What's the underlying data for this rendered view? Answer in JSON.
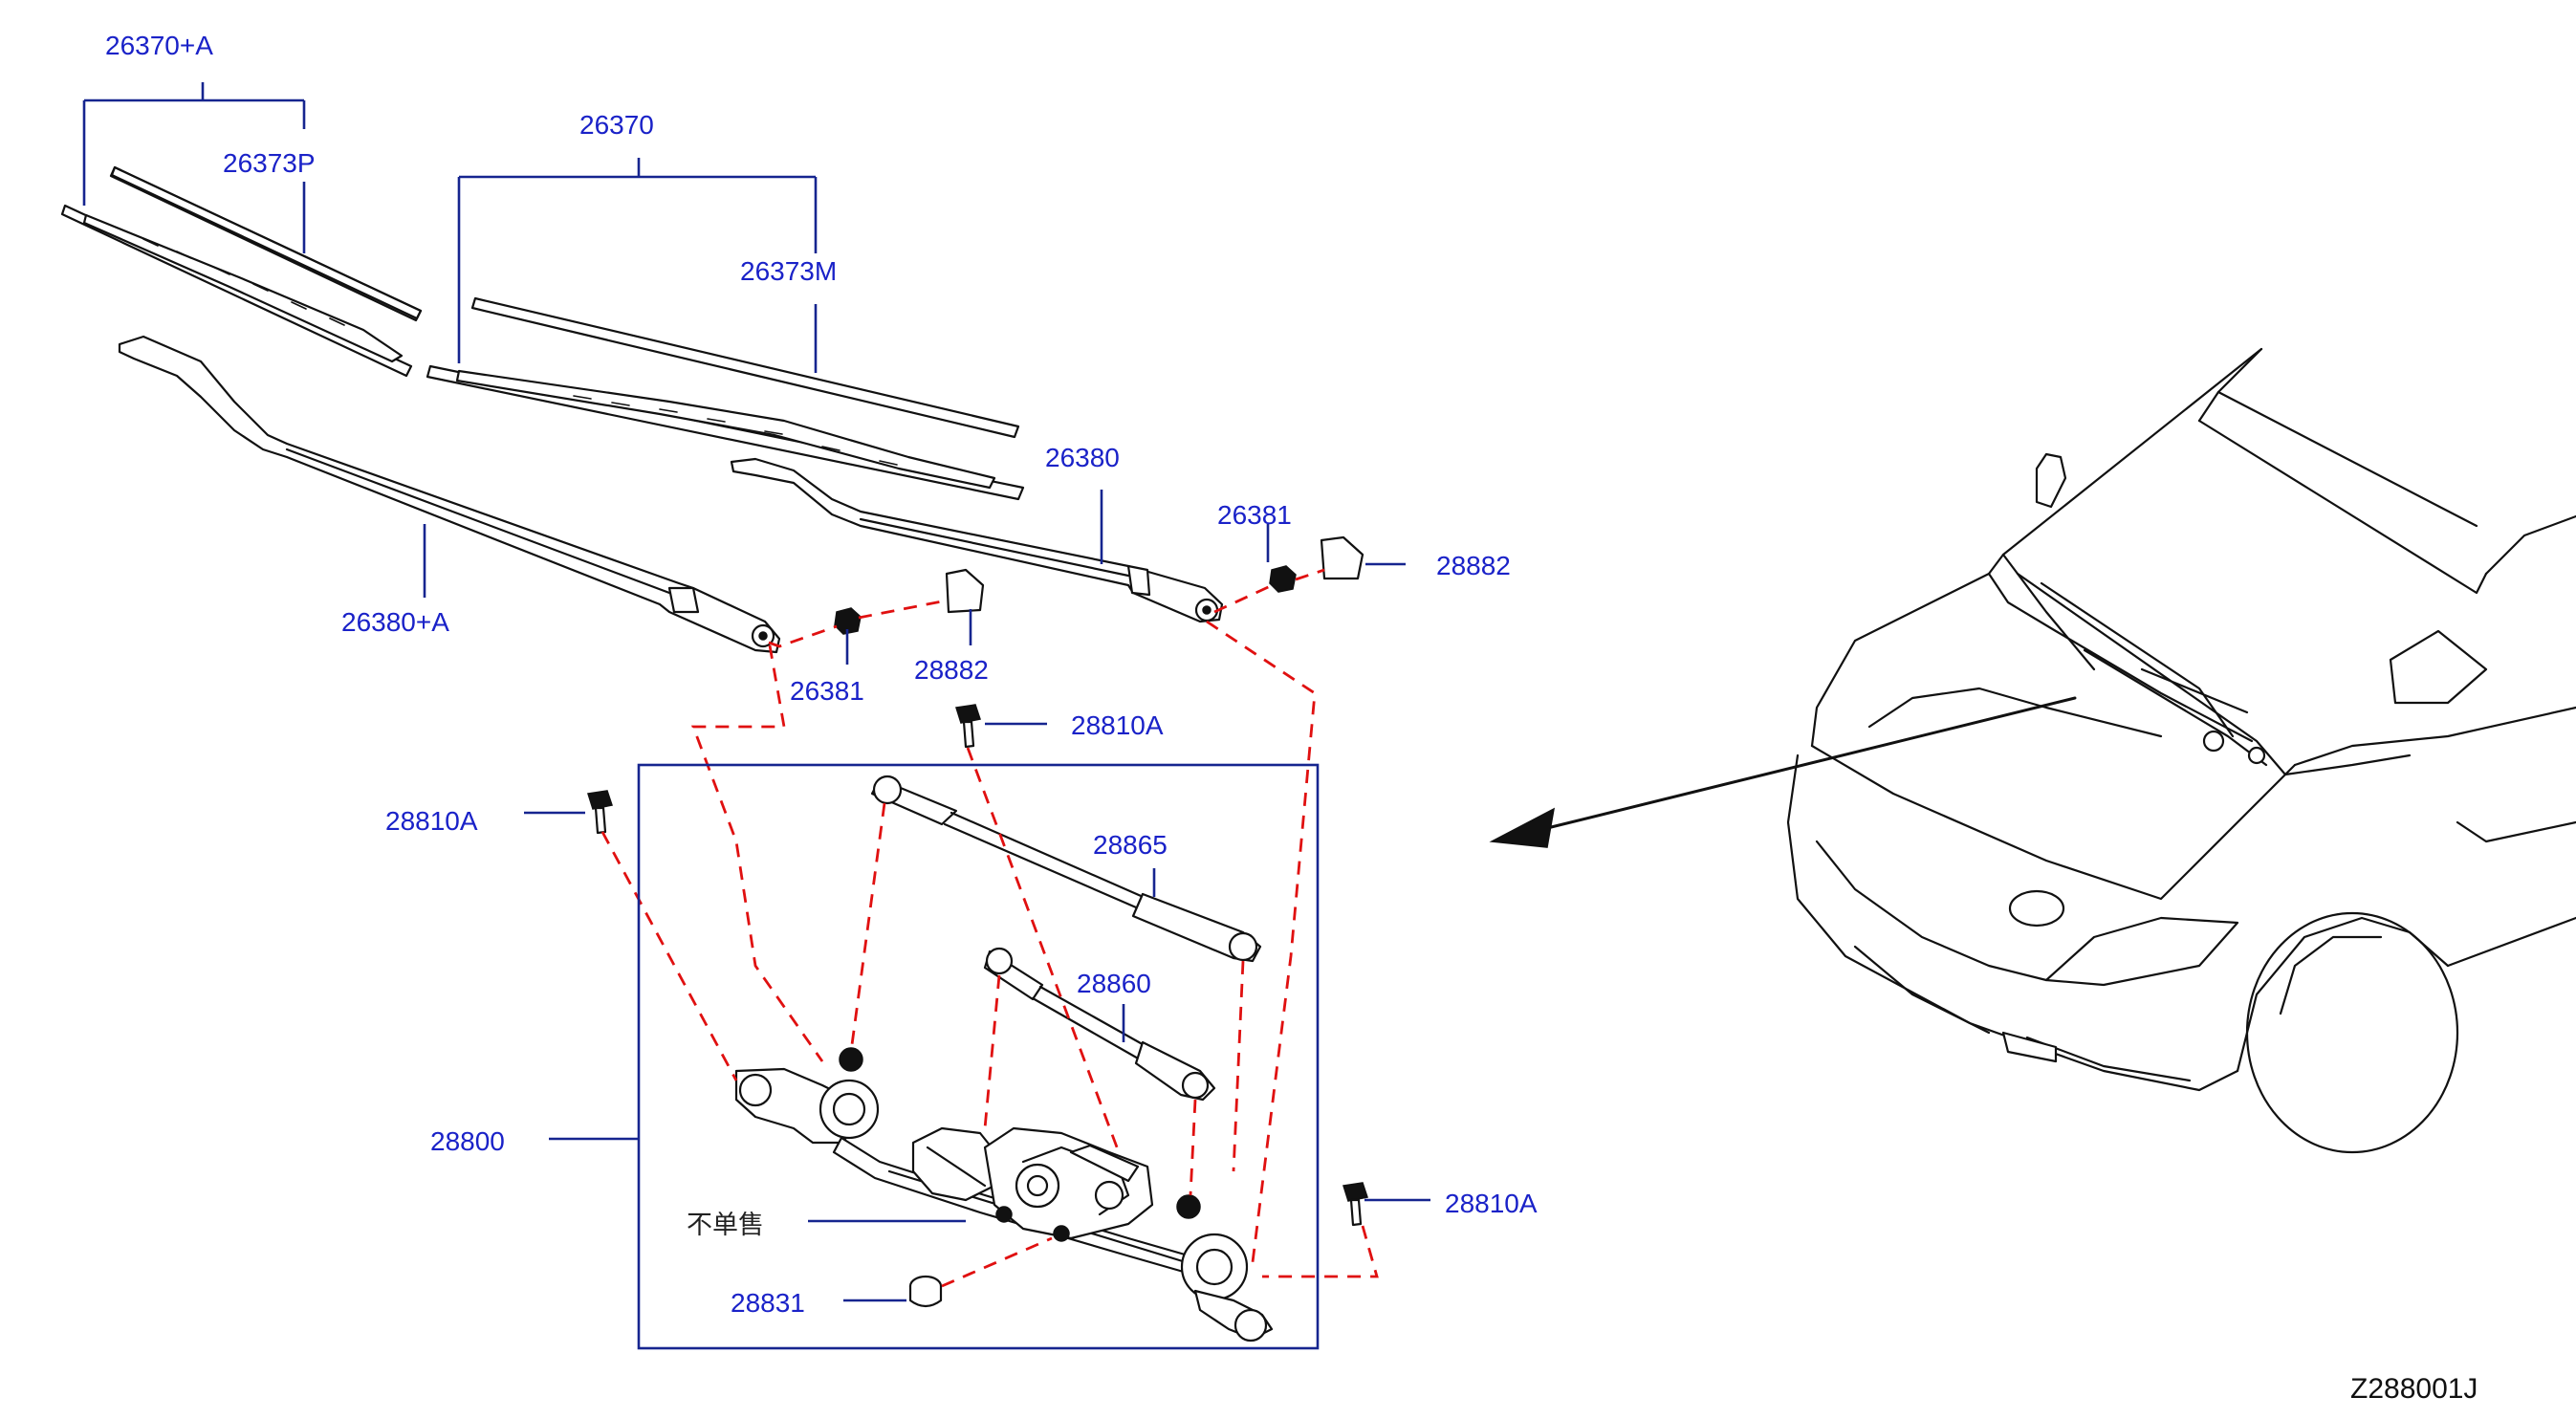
{
  "labels": {
    "p26370A": "26370+A",
    "p26373P": "26373P",
    "p26370": "26370",
    "p26373M": "26373M",
    "p26380": "26380",
    "p26380A": "26380+A",
    "p26381_left": "26381",
    "p26381_right": "26381",
    "p28882_left": "28882",
    "p28882_right": "28882",
    "p28810A_top": "28810A",
    "p28810A_left": "28810A",
    "p28810A_right": "28810A",
    "p28865": "28865",
    "p28860": "28860",
    "p28800": "28800",
    "p28831": "28831",
    "not_sold_separately": "不单售"
  },
  "figure_code": "Z288001J",
  "colors": {
    "label_blue": "#1a22c8",
    "leader_blue": "#16258f",
    "dash_red": "#e01010",
    "ink": "#111111"
  }
}
